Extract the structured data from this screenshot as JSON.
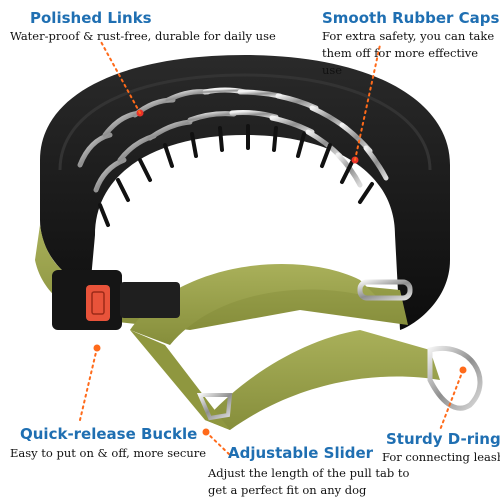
{
  "callouts": {
    "polished_links": {
      "title": "Polished Links",
      "description": "Water-proof & rust-free, durable for daily use"
    },
    "rubber_caps": {
      "title": "Smooth Rubber Caps",
      "description": "For extra safety, you can take them off for more effective use"
    },
    "quick_release": {
      "title": "Quick-release Buckle",
      "description": "Easy to put on & off, more secure"
    },
    "slider": {
      "title": "Adjustable Slider",
      "description": "Adjust the length of the pull tab to get a perfect fit on any dog"
    },
    "d_ring": {
      "title": "Sturdy D-ring",
      "description": "For connecting leash"
    }
  },
  "colors": {
    "title_blue": "#1f6fb2",
    "marker_orange": "#ff6a1a",
    "marker_red": "#e8332a",
    "nylon_olive": "#9aa24a",
    "sleeve_black": "#1b1b1b",
    "buckle_orange": "#e8533a"
  }
}
